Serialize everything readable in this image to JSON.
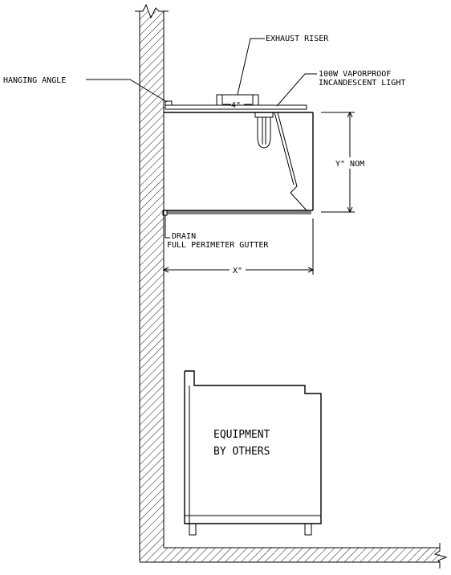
{
  "labels": {
    "exhaust_riser": "EXHAUST RISER",
    "light_line1": "100W VAPORPROOF",
    "light_line2": "INCANDESCENT LIGHT",
    "hanging_angle": "HANGING ANGLE",
    "riser_size": "4\"",
    "height_dim": "Y\" NOM",
    "drain": "DRAIN",
    "gutter": "FULL PERIMETER GUTTER",
    "width_dim": "X\"",
    "equipment_line1": "EQUIPMENT",
    "equipment_line2": "BY OTHERS"
  },
  "colors": {
    "ink": "#000000",
    "paper": "#ffffff"
  }
}
